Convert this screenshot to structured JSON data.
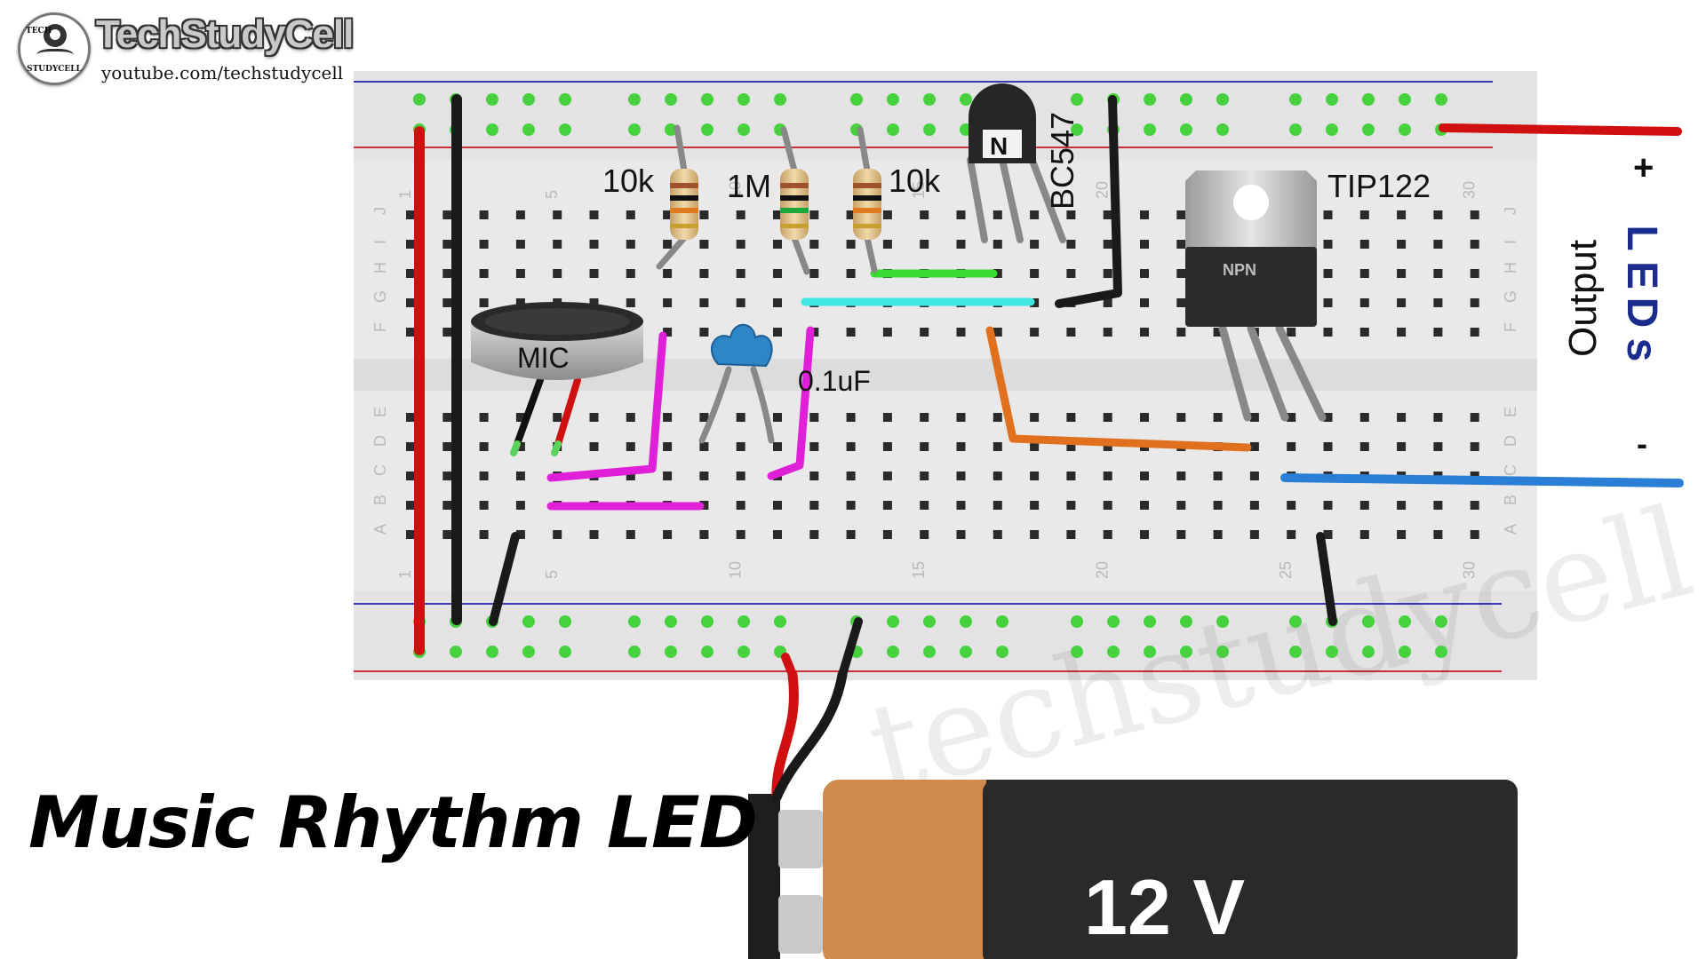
{
  "branding": {
    "logo_top_text": "TECH",
    "logo_bottom_text": "STUDYCELL",
    "channel_name": "TechStudyCell",
    "channel_url": "youtube.com/techstudycell"
  },
  "title": "Music Rhythm LED",
  "watermark": "techstudycell",
  "components": {
    "mic": "MIC",
    "r1": "10k",
    "r2": "1M",
    "r3": "10k",
    "capacitor": "0.1uF",
    "transistor_small": "BC547",
    "transistor_small_mark": "N",
    "transistor_power": "TIP122",
    "transistor_power_mark": "NPN"
  },
  "output": {
    "label": "Output",
    "leds": "LEDs",
    "plus": "+",
    "minus": "-"
  },
  "battery": {
    "voltage": "12 V"
  },
  "breadboard": {
    "column_numbers": [
      "1",
      "5",
      "10",
      "15",
      "20",
      "25",
      "30"
    ],
    "row_letters_top": [
      "J",
      "I",
      "H",
      "G",
      "F"
    ],
    "row_letters_bottom": [
      "E",
      "D",
      "C",
      "B",
      "A"
    ]
  },
  "colors": {
    "wire_red": "#d01010",
    "wire_black": "#1a1a1a",
    "wire_magenta": "#e020d8",
    "wire_green": "#3bdc32",
    "wire_cyan": "#3ee8e0",
    "wire_orange": "#e0701e",
    "wire_blue": "#2a7ed6",
    "rail_red": "#c8323c",
    "rail_blue": "#3a3ab4",
    "battery_copper": "#cf8a4c",
    "led_label_blue": "#1a2c8c"
  }
}
